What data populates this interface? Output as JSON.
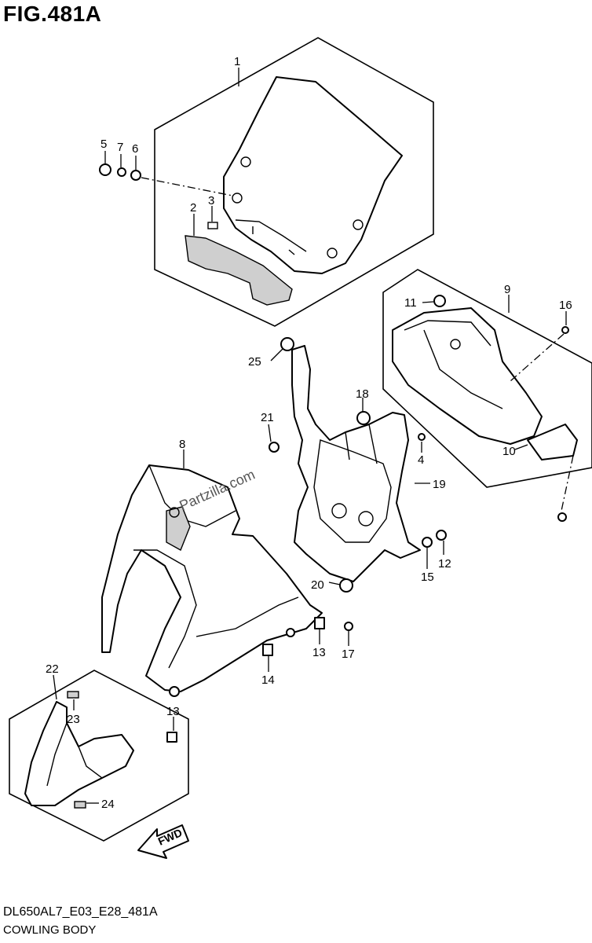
{
  "figure": {
    "title": "FIG.481A",
    "code": "DL650AL7_E03_E28_481A",
    "name": "COWLING BODY",
    "watermark": "Partzilla.com",
    "direction_label": "FWD"
  },
  "callouts": [
    {
      "id": "c1",
      "number": "1"
    },
    {
      "id": "c2",
      "number": "2"
    },
    {
      "id": "c3",
      "number": "3"
    },
    {
      "id": "c4",
      "number": "4"
    },
    {
      "id": "c5",
      "number": "5"
    },
    {
      "id": "c6",
      "number": "6"
    },
    {
      "id": "c7",
      "number": "7"
    },
    {
      "id": "c8",
      "number": "8"
    },
    {
      "id": "c9",
      "number": "9"
    },
    {
      "id": "c10",
      "number": "10"
    },
    {
      "id": "c11",
      "number": "11"
    },
    {
      "id": "c12",
      "number": "12"
    },
    {
      "id": "c13a",
      "number": "13"
    },
    {
      "id": "c13b",
      "number": "13"
    },
    {
      "id": "c14",
      "number": "14"
    },
    {
      "id": "c15",
      "number": "15"
    },
    {
      "id": "c16",
      "number": "16"
    },
    {
      "id": "c17",
      "number": "17"
    },
    {
      "id": "c18",
      "number": "18"
    },
    {
      "id": "c19",
      "number": "19"
    },
    {
      "id": "c20",
      "number": "20"
    },
    {
      "id": "c21",
      "number": "21"
    },
    {
      "id": "c22",
      "number": "22"
    },
    {
      "id": "c23",
      "number": "23"
    },
    {
      "id": "c24",
      "number": "24"
    },
    {
      "id": "c25",
      "number": "25"
    }
  ]
}
